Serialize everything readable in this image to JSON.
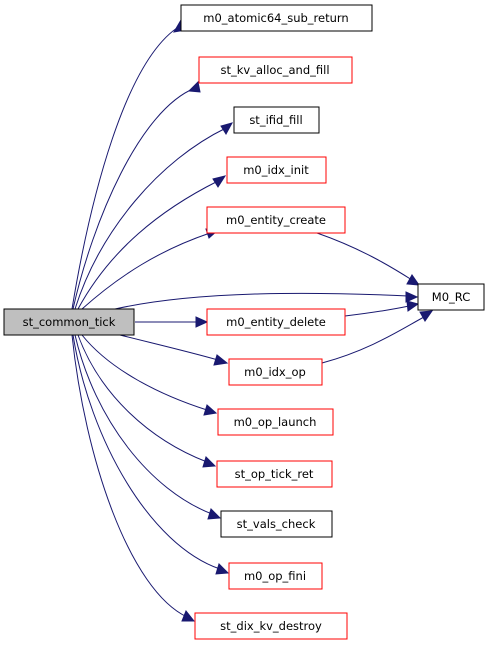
{
  "colors": {
    "edge": "#191970",
    "root_fill": "#bfbfbf",
    "border_black": "#000000",
    "border_red": "#ff0000",
    "node_fill": "#ffffff"
  },
  "nodes": {
    "root": {
      "label": "st_common_tick",
      "style": "root"
    },
    "atomic": {
      "label": "m0_atomic64_sub_return",
      "style": "black"
    },
    "kv_alloc": {
      "label": "st_kv_alloc_and_fill",
      "style": "red"
    },
    "ifid": {
      "label": "st_ifid_fill",
      "style": "black"
    },
    "idx_init": {
      "label": "m0_idx_init",
      "style": "red"
    },
    "entity_create": {
      "label": "m0_entity_create",
      "style": "red"
    },
    "rc": {
      "label": "M0_RC",
      "style": "black"
    },
    "entity_delete": {
      "label": "m0_entity_delete",
      "style": "red"
    },
    "idx_op": {
      "label": "m0_idx_op",
      "style": "red"
    },
    "op_launch": {
      "label": "m0_op_launch",
      "style": "red"
    },
    "op_tick_ret": {
      "label": "st_op_tick_ret",
      "style": "red"
    },
    "vals_check": {
      "label": "st_vals_check",
      "style": "black"
    },
    "op_fini": {
      "label": "m0_op_fini",
      "style": "red"
    },
    "dix_kv_destroy": {
      "label": "st_dix_kv_destroy",
      "style": "red"
    }
  },
  "edges": [
    {
      "from": "root",
      "to": "atomic"
    },
    {
      "from": "root",
      "to": "kv_alloc"
    },
    {
      "from": "root",
      "to": "ifid"
    },
    {
      "from": "root",
      "to": "idx_init"
    },
    {
      "from": "root",
      "to": "entity_create"
    },
    {
      "from": "root",
      "to": "rc"
    },
    {
      "from": "root",
      "to": "entity_delete"
    },
    {
      "from": "root",
      "to": "idx_op"
    },
    {
      "from": "root",
      "to": "op_launch"
    },
    {
      "from": "root",
      "to": "op_tick_ret"
    },
    {
      "from": "root",
      "to": "vals_check"
    },
    {
      "from": "root",
      "to": "op_fini"
    },
    {
      "from": "root",
      "to": "dix_kv_destroy"
    },
    {
      "from": "entity_create",
      "to": "rc"
    },
    {
      "from": "entity_delete",
      "to": "rc"
    },
    {
      "from": "idx_op",
      "to": "rc"
    }
  ]
}
